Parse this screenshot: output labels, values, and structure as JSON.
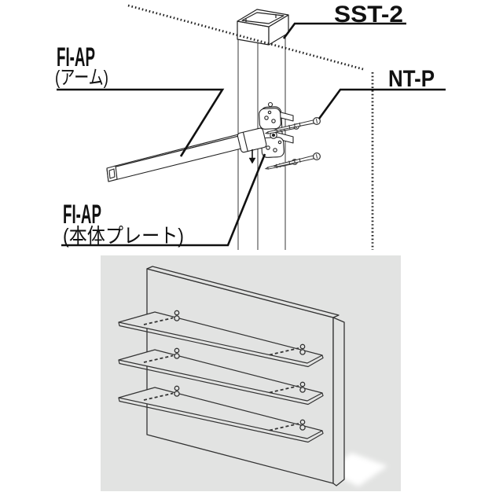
{
  "diagram": {
    "labels": {
      "sst2": "SST-2",
      "arm_code": "FI-AP",
      "arm_note": "(アーム)",
      "ntp": "NT-P",
      "plate_code": "FI-AP",
      "plate_note": "(本体プレート)"
    },
    "colors": {
      "background": "#ffffff",
      "line": "#222222",
      "label_text": "#111111",
      "leader_line": "#111111",
      "illustration_background": "#e2e3e2"
    }
  }
}
